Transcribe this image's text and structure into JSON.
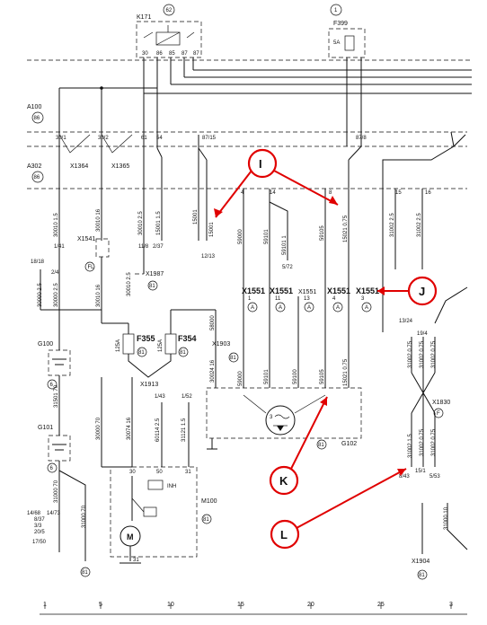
{
  "header": {
    "relay_label": "K171",
    "relay_ref": "62",
    "relay_pins": [
      "30",
      "86",
      "85",
      "87",
      "87"
    ],
    "fuse_label": "F399",
    "fuse_ref": "1",
    "fuse_rating": "5A"
  },
  "modules": {
    "a100": "A100",
    "a100_ref": "86",
    "a302": "A302",
    "a302_ref": "86"
  },
  "connectors": {
    "x1364": "X1364",
    "x1365": "X1365",
    "x1541": "X1541",
    "x1987": "X1987",
    "x1987_ref": "81",
    "x1903": "X1903",
    "x1903_ref": "81",
    "x1913": "X1913",
    "x1551": [
      "X1551",
      "X1551",
      "X1551",
      "X1551",
      "X1551"
    ],
    "x1551_pins": [
      "1",
      "11",
      "13",
      "4",
      "3"
    ],
    "x1551_refs": [
      "A",
      "A",
      "A",
      "A",
      "A"
    ],
    "x1830": "X1830",
    "x1830_ref": "F",
    "x1904": "X1904",
    "x1904_ref": "81"
  },
  "components": {
    "g100": "G100",
    "g100_ref": "6",
    "g101": "G101",
    "g101_ref": "6",
    "f355": "F355",
    "f355_ref": "81",
    "f354": "F354",
    "f354_ref": "81",
    "f355_rating": "125A",
    "f354_rating": "125A",
    "g102": "G102",
    "g102_ref": "81",
    "m100": "M100",
    "m100_ref": "81",
    "m100_pins": [
      "30",
      "50",
      "31"
    ],
    "m100_motor": "M",
    "g102_gen": "3",
    "inh": "INH"
  },
  "wires": [
    {
      "code": "30010 1.5"
    },
    {
      "code": "30010 16"
    },
    {
      "code": "30010 2.5"
    },
    {
      "code": "15001 1.5"
    },
    {
      "code": "15001"
    },
    {
      "code": "15001"
    },
    {
      "code": "59000"
    },
    {
      "code": "59101"
    },
    {
      "code": "59101 1"
    },
    {
      "code": "59105"
    },
    {
      "code": "15021 0.75"
    },
    {
      "code": "31002 2.5"
    },
    {
      "code": "31002 2.5"
    },
    {
      "code": "30000 2.5"
    },
    {
      "code": "30000 2.5"
    },
    {
      "code": "30010 16"
    },
    {
      "code": "30010 2.5"
    },
    {
      "code": "58000"
    },
    {
      "code": "30024 16"
    },
    {
      "code": "59000"
    },
    {
      "code": "59101"
    },
    {
      "code": "59100"
    },
    {
      "code": "59105"
    },
    {
      "code": "15021 0.75"
    },
    {
      "code": "31501 70"
    },
    {
      "code": "30000 70"
    },
    {
      "code": "30074 16"
    },
    {
      "code": "60114 2.5"
    },
    {
      "code": "31121 1.5"
    },
    {
      "code": "31000 70"
    },
    {
      "code": "31000 70"
    },
    {
      "code": "31002 0.75"
    },
    {
      "code": "31002 0.75"
    },
    {
      "code": "31002 0.75"
    },
    {
      "code": "31002 1.5"
    },
    {
      "code": "31002 0.75"
    },
    {
      "code": "31002 0.75"
    },
    {
      "code": "31000 10"
    }
  ],
  "refs": {
    "r_141": "1/41",
    "r_118": "11/8",
    "r_237": "2/37",
    "r_1213": "12/13",
    "r_572": "5/72",
    "r_1818": "18/18",
    "r_24": "2/4",
    "r_143": "1/43",
    "r_152": "1/52",
    "r_1324": "13/24",
    "r_194": "19/4",
    "r_1468": "14/68",
    "r_1473": "14/73",
    "r_837": "8/37",
    "r_33": "3/3",
    "r_205": "20/5",
    "r_1750": "17/50",
    "r_843": "8/43",
    "r_151": "15/1",
    "r_553": "5/53",
    "pins_top": [
      "30/1",
      "30/2",
      "61",
      "54",
      "87/15",
      "87/8"
    ],
    "pins_a302": [
      "4",
      "14",
      "8",
      "15",
      "16"
    ]
  },
  "callouts": [
    "I",
    "J",
    "K",
    "L"
  ],
  "ruler": [
    "1",
    "5",
    "10",
    "15",
    "20",
    "25",
    "3"
  ]
}
